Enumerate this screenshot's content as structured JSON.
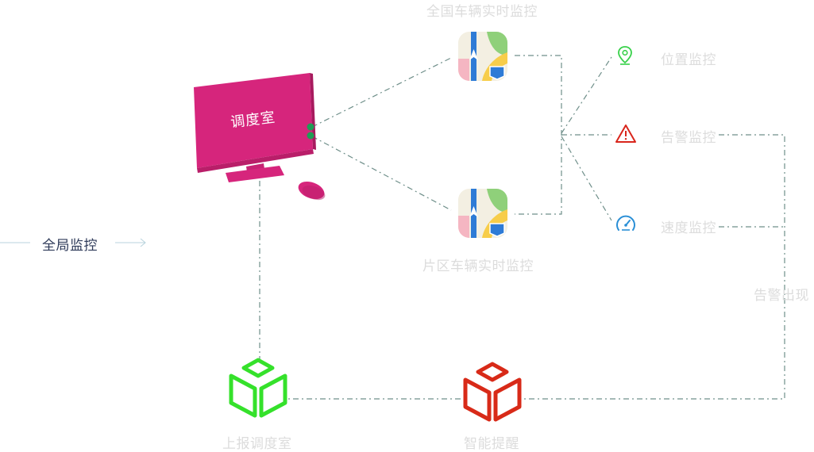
{
  "labels": {
    "national_monitor": "全国车辆实时监控",
    "zone_monitor": "片区车辆实时监控",
    "position_monitor": "位置监控",
    "alarm_monitor": "告警监控",
    "speed_monitor": "速度监控",
    "alarm_appears": "告警出现",
    "global_monitor": "全局监控",
    "report_dispatch": "上报调度室",
    "smart_reminder": "智能提醒",
    "dispatch_room": "调度室"
  },
  "colors": {
    "monitor": "#d6257c",
    "connector": "#1f9d55",
    "line": "#6f8f8a",
    "green_box": "#35e12b",
    "red_box": "#d82a18",
    "position_icon": "#38d14a",
    "alarm_icon": "#d9261c",
    "speed_icon": "#2a8fd6"
  },
  "icons": {
    "monitor": "desktop-monitor-icon",
    "mouse": "mouse-icon",
    "map_app": "maps-app-icon",
    "position": "location-pin-icon",
    "alarm": "warning-triangle-icon",
    "speed": "speedometer-icon",
    "green_cube": "cube-outline-icon",
    "red_cube": "cube-outline-icon",
    "arrow": "arrow-right-icon"
  }
}
